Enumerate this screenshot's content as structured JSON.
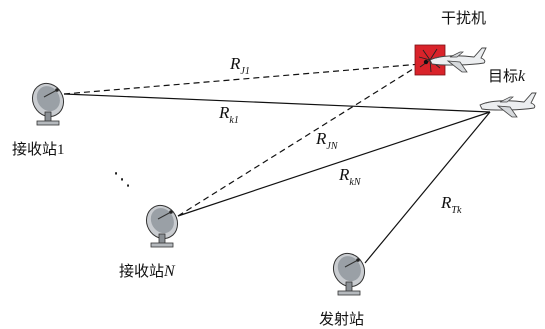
{
  "nodes": {
    "jammer_label": "干扰机",
    "target_label_prefix": "目标",
    "target_label_var": "k",
    "receiver1_label_prefix": "接收站",
    "receiver1_label_num": "1",
    "receiverN_label_prefix": "接收站",
    "receiverN_label_var": "N",
    "transmitter_label": "发射站",
    "ellipsis": "⋱"
  },
  "links": {
    "RJ1": {
      "main": "R",
      "sub": "J1",
      "style": "dashed"
    },
    "Rk1": {
      "main": "R",
      "sub": "k1",
      "style": "solid"
    },
    "RJN": {
      "main": "R",
      "sub": "JN",
      "style": "dashed"
    },
    "RkN": {
      "main": "R",
      "sub": "kN",
      "style": "solid"
    },
    "RTk": {
      "main": "R",
      "sub": "Tk",
      "style": "solid"
    }
  },
  "colors": {
    "jammer_box": "#d9232a",
    "line": "#111111"
  },
  "icons": {
    "receiver": "satellite-dish-icon",
    "transmitter": "satellite-dish-icon",
    "jammer": "jammer-aircraft-icon",
    "target": "target-aircraft-icon"
  }
}
